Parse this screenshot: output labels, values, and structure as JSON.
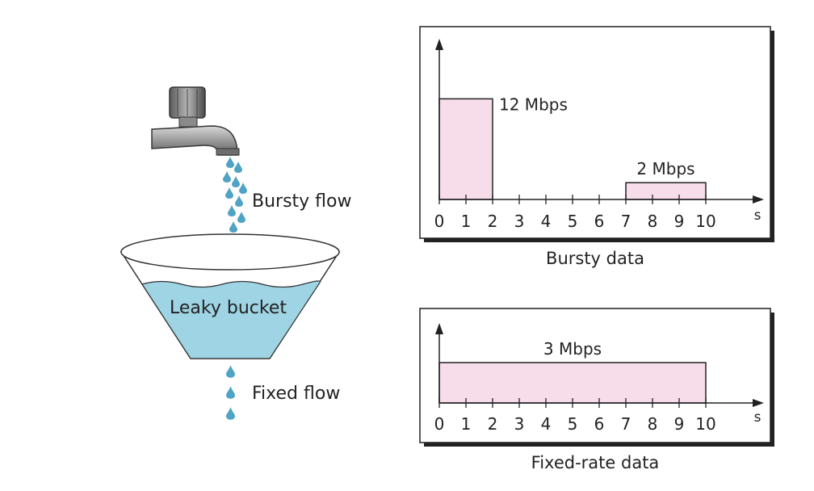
{
  "labels": {
    "bursty_flow": "Bursty flow",
    "leaky_bucket": "Leaky bucket",
    "fixed_flow": "Fixed flow"
  },
  "colors": {
    "bar_fill": "#f7dcea",
    "water": "#9fd4e4",
    "drop": "#4fa3c4",
    "frame_shadow": "#222222"
  },
  "chart_data": [
    {
      "type": "bar",
      "caption": "Bursty data",
      "x_unit": "s",
      "x_ticks": [
        "0",
        "1",
        "2",
        "3",
        "4",
        "5",
        "6",
        "7",
        "8",
        "9",
        "10"
      ],
      "xlim": [
        0,
        10
      ],
      "ylim": [
        0,
        13
      ],
      "segments": [
        {
          "x_start": 0,
          "x_end": 2,
          "value": 12,
          "label": "12 Mbps"
        },
        {
          "x_start": 7,
          "x_end": 10,
          "value": 2,
          "label": "2 Mbps"
        }
      ]
    },
    {
      "type": "bar",
      "caption": "Fixed-rate data",
      "x_unit": "s",
      "x_ticks": [
        "0",
        "1",
        "2",
        "3",
        "4",
        "5",
        "6",
        "7",
        "8",
        "9",
        "10"
      ],
      "xlim": [
        0,
        10
      ],
      "ylim": [
        0,
        4.5
      ],
      "segments": [
        {
          "x_start": 0,
          "x_end": 10,
          "value": 3,
          "label": "3 Mbps"
        }
      ]
    }
  ]
}
